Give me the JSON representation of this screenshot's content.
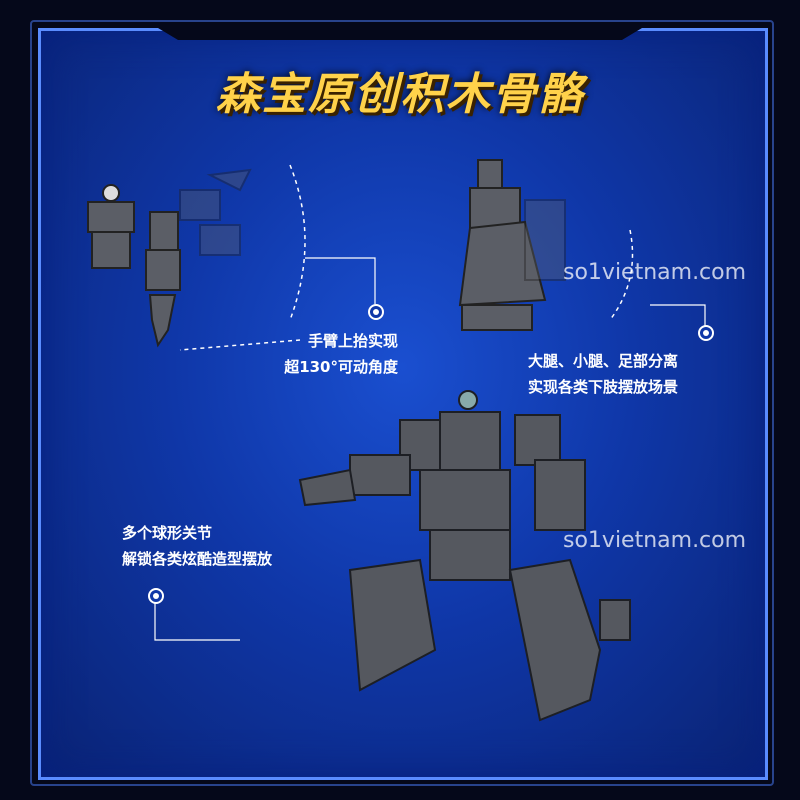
{
  "title": "森宝原创积木骨骼",
  "features": [
    {
      "line1": "手臂上抬实现",
      "line2": "超130°可动角度"
    },
    {
      "line1": "大腿、小腿、足部分离",
      "line2": "实现各类下肢摆放场景"
    },
    {
      "line1": "多个球形关节",
      "line2": "解锁各类炫酷造型摆放"
    }
  ],
  "watermark": "so1vietnam.com",
  "colors": {
    "title": "#ffd24a",
    "panel": "#0f37a8",
    "frame": "#5a8cff"
  }
}
